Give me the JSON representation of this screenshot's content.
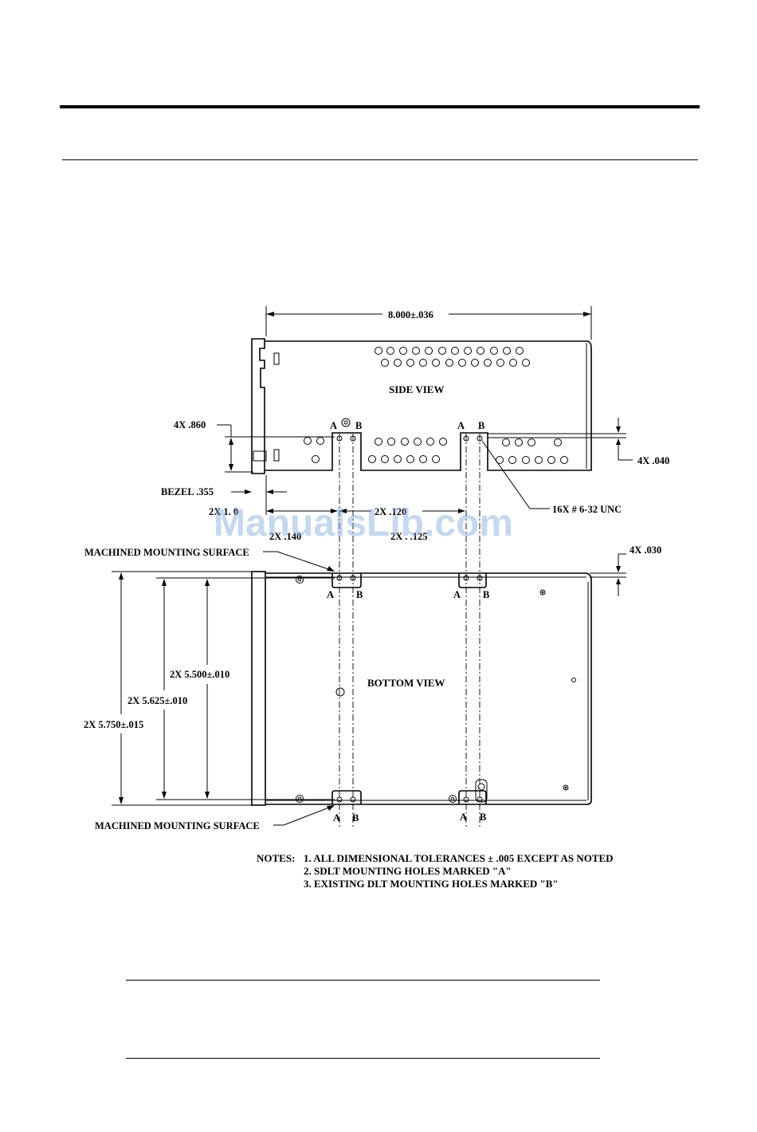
{
  "dimensions": {
    "overall_length": "8.000±.036",
    "bezel": "BEZEL  .355",
    "left_offset": "2X 1.  0",
    "mid_spacing": "2X  .120",
    "bracket_height": "4X .860",
    "side_offset": "4X .040",
    "bottom_offset": "4X .030",
    "hole_spec": "16X # 6-32 UNC",
    "width_5500": "2X 5.500±.010",
    "width_5625": "2X 5.625±.010",
    "width_5750": "2X 5.750±.015",
    "lower_left_partial": "2X  .140",
    "lower_mid_partial": "2X .  .125"
  },
  "views": {
    "side": "SIDE VIEW",
    "bottom": "BOTTOM VIEW"
  },
  "surface_labels": {
    "top": "MACHINED MOUNTING SURFACE",
    "bottom": "MACHINED MOUNTING SURFACE"
  },
  "hole_markers": {
    "a": "A",
    "b": "B"
  },
  "notes": {
    "heading": "NOTES:",
    "items": [
      "1. ALL DIMENSIONAL TOLERANCES ± .005 EXCEPT AS NOTED",
      "2. SDLT MOUNTING HOLES MARKED \"A\"",
      "3. EXISTING DLT MOUNTING HOLES MARKED \"B\""
    ]
  },
  "watermark": "ManualsLib.com"
}
